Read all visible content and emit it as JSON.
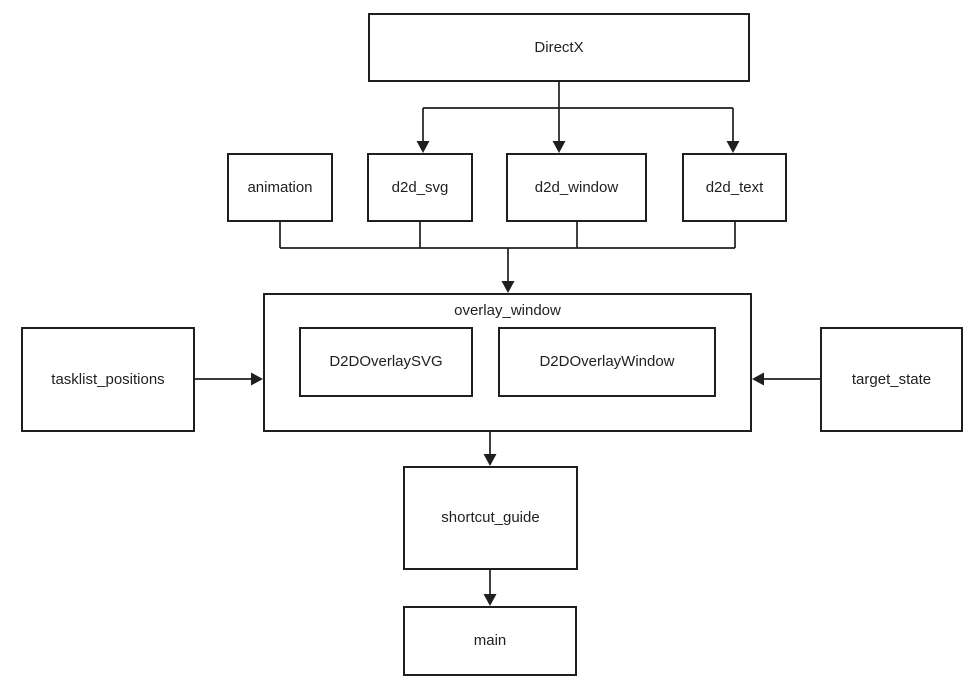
{
  "diagram": {
    "nodes": {
      "directx": {
        "label": "DirectX"
      },
      "animation": {
        "label": "animation"
      },
      "d2d_svg": {
        "label": "d2d_svg"
      },
      "d2d_window": {
        "label": "d2d_window"
      },
      "d2d_text": {
        "label": "d2d_text"
      },
      "overlay_window": {
        "label": "overlay_window"
      },
      "d2d_overlay_svg": {
        "label": "D2DOverlaySVG"
      },
      "d2d_overlay_window": {
        "label": "D2DOverlayWindow"
      },
      "tasklist_positions": {
        "label": "tasklist_positions"
      },
      "target_state": {
        "label": "target_state"
      },
      "shortcut_guide": {
        "label": "shortcut_guide"
      },
      "main": {
        "label": "main"
      }
    },
    "edges": [
      {
        "from": "DirectX",
        "to": "d2d_svg"
      },
      {
        "from": "DirectX",
        "to": "d2d_window"
      },
      {
        "from": "DirectX",
        "to": "d2d_text"
      },
      {
        "from": "animation",
        "to": "overlay_window"
      },
      {
        "from": "d2d_svg",
        "to": "overlay_window"
      },
      {
        "from": "d2d_window",
        "to": "overlay_window"
      },
      {
        "from": "d2d_text",
        "to": "overlay_window"
      },
      {
        "from": "tasklist_positions",
        "to": "overlay_window"
      },
      {
        "from": "target_state",
        "to": "overlay_window"
      },
      {
        "from": "overlay_window",
        "to": "shortcut_guide"
      },
      {
        "from": "shortcut_guide",
        "to": "main"
      }
    ],
    "contains": {
      "overlay_window": [
        "D2DOverlaySVG",
        "D2DOverlayWindow"
      ]
    },
    "colors": {
      "line": "#1f1f1f",
      "box_border": "#1f1f1f",
      "box_fill": "#ffffff",
      "text": "#1f1f1f",
      "background": "#ffffff"
    }
  }
}
